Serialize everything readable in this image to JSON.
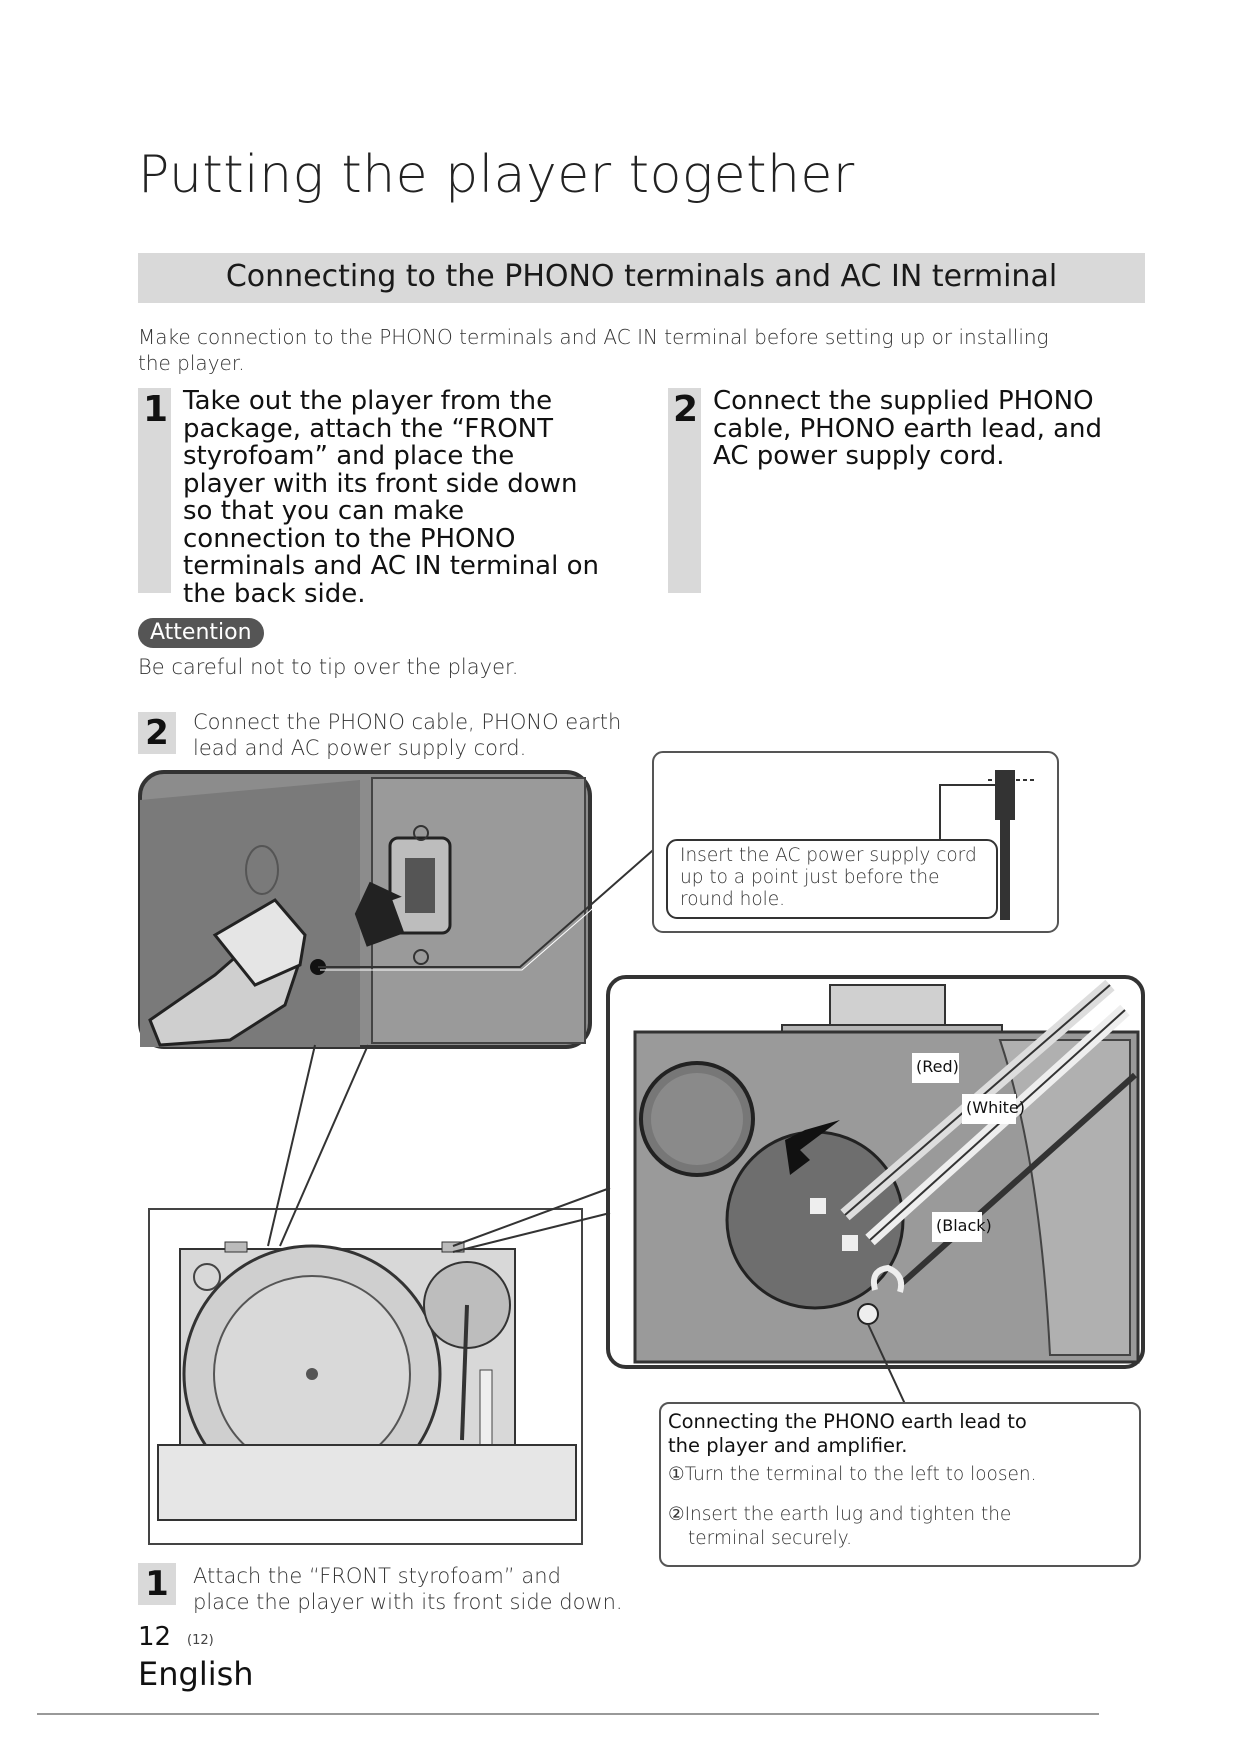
{
  "page_title": "Putting the player together",
  "section_title": "Connecting to the PHONO terminals and AC IN terminal",
  "intro": "Make connection to the PHONO terminals and AC IN terminal before setting up or installing the player.",
  "steps": [
    {
      "number": "1",
      "text": "Take out the player from the package, attach the “FRONT styrofoam” and place the player with its front side down so that you can make connection to the PHONO terminals and AC IN terminal on the back side."
    },
    {
      "number": "2",
      "text": "Connect the supplied PHONO cable, PHONO earth lead, and AC power supply cord."
    }
  ],
  "attention": {
    "label": "Attention",
    "text": "Be careful not to tip over the player."
  },
  "figure": {
    "step2_number": "2",
    "step2_caption": "Connect the PHONO cable, PHONO earth lead and AC power supply cord.",
    "ac_callout": "Insert the AC power supply cord up to a point just before the round hole.",
    "cable_labels": {
      "red": "(Red)",
      "white": "(White)",
      "black": "(Black)"
    },
    "earth_box": {
      "title": "Connecting the PHONO earth lead to the player and amplifier.",
      "step1": "①Turn the terminal to the left to loosen.",
      "step2": "②Insert the earth lug and tighten the terminal securely."
    },
    "step1_number": "1",
    "step1_caption": "Attach the “FRONT styrofoam” and place the player with its front side down."
  },
  "footer": {
    "page_number": "12",
    "page_sub": "(12)",
    "language": "English"
  }
}
